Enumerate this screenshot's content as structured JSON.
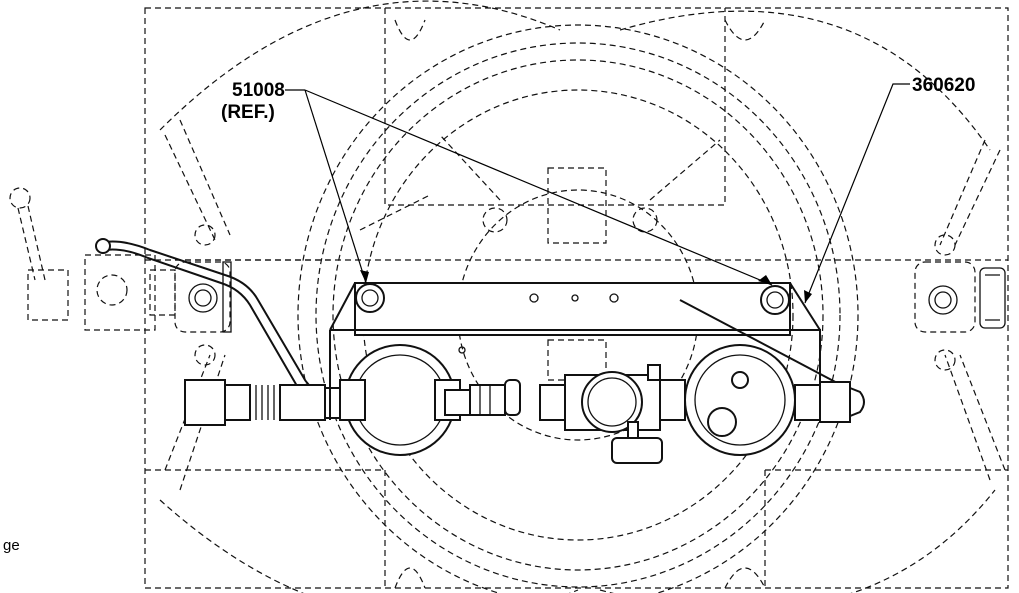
{
  "callouts": {
    "part_a_number": "51008",
    "part_a_note": "(REF.)",
    "part_b_number": "360620"
  },
  "edge_text": "ge"
}
